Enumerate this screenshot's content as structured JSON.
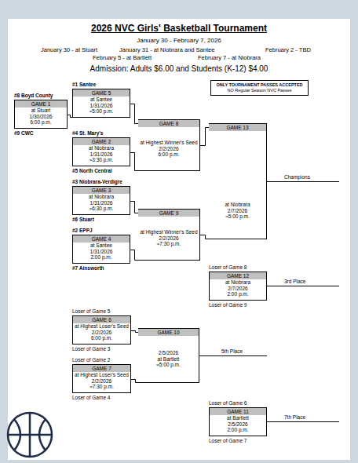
{
  "diagram": {
    "title": "2026 NVC Girls' Basketball Tournament",
    "nodes": [
      {
        "text": [
          "ONLY TOURNAMENT PASSES ACCEPTED",
          "NO Regular Season NVC Passes"
        ]
      },
      {
        "text": [
          "GAME 5",
          "at Santee",
          "1/31/2026",
          "≈5:00 p.m."
        ]
      },
      {
        "text": [
          "GAME 1",
          "at Stuart",
          "1/30/2026",
          "6:00 p.m."
        ]
      },
      {
        "text": [
          "GAME 8",
          "at Highest Winner's Seed",
          "2/2/2026",
          "6:00 p.m."
        ]
      },
      {
        "text": [
          "GAME 2",
          "at Niobrara",
          "1/31/2026",
          "≈3:30 p.m."
        ]
      },
      {
        "text": [
          "GAME 13",
          "at Niobrara",
          "2/7/2026",
          "≈5:00 p.m."
        ]
      },
      {
        "text": [
          "GAME 3",
          "at Niobrara",
          "1/31/2026",
          "≈6:30 p.m."
        ]
      },
      {
        "text": [
          "GAME 9",
          "at Highest Winner's Seed",
          "2/2/2026",
          "≈7:30 p.m."
        ]
      },
      {
        "text": [
          "GAME 4",
          "at Santee",
          "1/31/2026",
          "2:00 p.m."
        ]
      },
      {
        "text": [
          "GAME 12",
          "at Niobrara",
          "2/7/2026",
          "2:00 p.m."
        ]
      },
      {
        "text": [
          "GAME 6",
          "at Highest Loser's Seed",
          "2/2/2026",
          "6:00 p.m."
        ]
      },
      {
        "text": [
          "GAME 10",
          "2/5/2026",
          "at Bartlett",
          "≈5:00 p.m."
        ]
      },
      {
        "text": [
          "GAME 7",
          "at Highest Loser's Seed",
          "2/2/2026",
          "≈7:30 p.m."
        ]
      },
      {
        "text": [
          "GAME 11",
          "at Bartlett",
          "2/5/2026",
          "2:00 p.m."
        ]
      }
    ],
    "edges": [
      {
        "from": 2,
        "to": 1,
        "arrow": "none"
      },
      {
        "from": 1,
        "to": 3,
        "arrow": "none"
      },
      {
        "from": 4,
        "to": 3,
        "arrow": "none"
      },
      {
        "from": 6,
        "to": 7,
        "arrow": "none"
      },
      {
        "from": 8,
        "to": 7,
        "arrow": "none"
      },
      {
        "from": 3,
        "to": 5,
        "arrow": "none"
      },
      {
        "from": 7,
        "to": 5,
        "arrow": "none"
      },
      {
        "from": 10,
        "to": 11,
        "arrow": "none"
      },
      {
        "from": 12,
        "to": 11,
        "arrow": "none"
      }
    ],
    "labels": [
      "January 30 - February 7, 2026",
      "January 30 - at Stuart",
      "January 31 - at Niobrara and Santee",
      "February 2 - TBD",
      "February 5 - at Bartlett",
      "February 7 - at Niobrara",
      "Admission: Adults $6.00 and Students (K-12) $4.00",
      "#8 Boyd County",
      "#9 CWC",
      "#1 Santee",
      "#4 St. Mary's",
      "#5 North Central",
      "#3 Niobrara-Verdigre",
      "#6 Stuart",
      "#2 EPPJ",
      "#7 Ainsworth",
      "Champions",
      "Loser of Game 8",
      "Loser of Game 9",
      "3rd Place",
      "Loser of Game 5",
      "Loser of Game 3",
      "Loser of Game 2",
      "Loser of Game 4",
      "5th Place",
      "Loser of Game 6",
      "Loser of Game 7",
      "7th Place"
    ]
  }
}
